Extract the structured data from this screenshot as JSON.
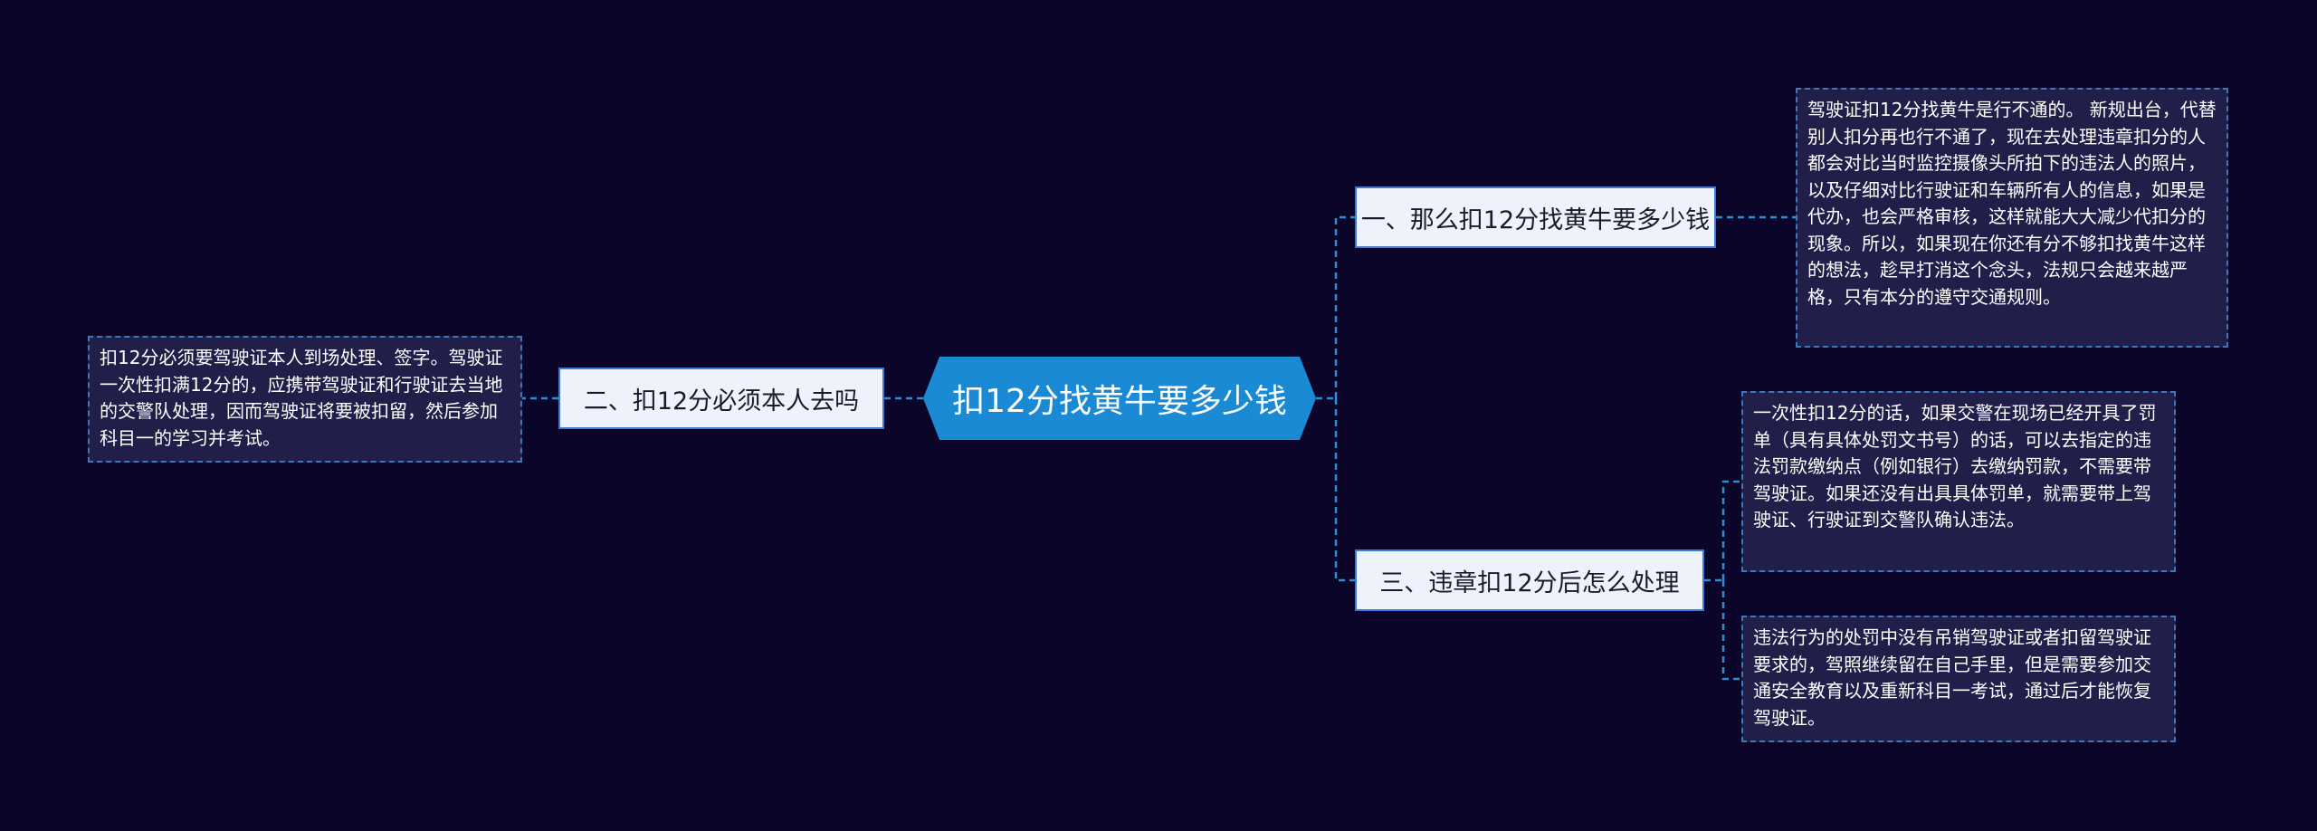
{
  "root": {
    "label": "扣12分找黄牛要多少钱"
  },
  "branches": [
    {
      "label": "一、那么扣12分找黄牛要多少钱",
      "leaves": [
        "驾驶证扣12分找黄牛是行不通的。 新规出台，代替别人扣分再也行不通了，现在去处理违章扣分的人都会对比当时监控摄像头所拍下的违法人的照片，以及仔细对比行驶证和车辆所有人的信息，如果是代办，也会严格审核，这样就能大大减少代扣分的现象。所以，如果现在你还有分不够扣找黄牛这样的想法，趁早打消这个念头，法规只会越来越严格，只有本分的遵守交通规则。"
      ]
    },
    {
      "label": "二、扣12分必须本人去吗",
      "leaves": [
        "扣12分必须要驾驶证本人到场处理、签字。驾驶证一次性扣满12分的，应携带驾驶证和行驶证去当地的交警队处理，因而驾驶证将要被扣留，然后参加科目一的学习并考试。"
      ]
    },
    {
      "label": "三、违章扣12分后怎么处理",
      "leaves": [
        "一次性扣12分的话，如果交警在现场已经开具了罚单（具有具体处罚文书号）的话，可以去指定的违法罚款缴纳点（例如银行）去缴纳罚款，不需要带驾驶证。如果还没有出具具体罚单，就需要带上驾驶证、行驶证到交警队确认违法。",
        "违法行为的处罚中没有吊销驾驶证或者扣留驾驶证要求的，驾照继续留在自己手里，但是需要参加交通安全教育以及重新科目一考试，通过后才能恢复驾驶证。"
      ]
    }
  ],
  "colors": {
    "background": "#0b0629",
    "root_fill": "#1a8ad4",
    "branch_fill": "#eef3fb",
    "branch_border": "#3b7bd6",
    "leaf_fill": "#211e4a",
    "leaf_border": "#3e78b8",
    "connector": "#2a8fd6"
  }
}
